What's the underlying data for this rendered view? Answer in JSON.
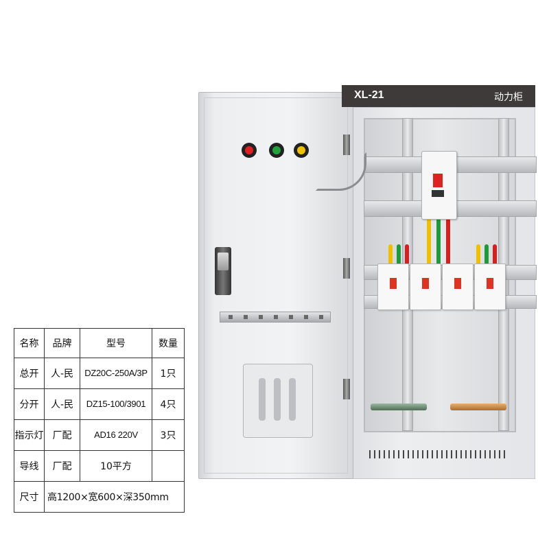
{
  "header": {
    "model": "XL-21",
    "cabinet_type": "动力柜"
  },
  "table": {
    "headers": [
      "名称",
      "品牌",
      "型号",
      "数量"
    ],
    "rows": [
      {
        "name": "总开",
        "brand": "人-民",
        "model": "DZ20C-250A/3P",
        "qty": "1只"
      },
      {
        "name": "分开",
        "brand": "人-民",
        "model": "DZ15-100/3901",
        "qty": "4只"
      },
      {
        "name": "指示灯",
        "brand": "厂配",
        "model": "AD16 220V",
        "qty": "3只"
      },
      {
        "name": "导线",
        "brand": "厂配",
        "model": "10平方",
        "qty": ""
      }
    ],
    "dimension_label": "尺寸",
    "dimension_value": "高1200×宽600×深350mm"
  },
  "colors": {
    "header_bg": "#3e3a39",
    "lamp_red": "#e02020",
    "lamp_green": "#1fa33a",
    "lamp_yellow": "#f2c200"
  },
  "icons": [
    "indicator-lamp-icon",
    "door-handle-icon",
    "circuit-breaker-icon"
  ]
}
